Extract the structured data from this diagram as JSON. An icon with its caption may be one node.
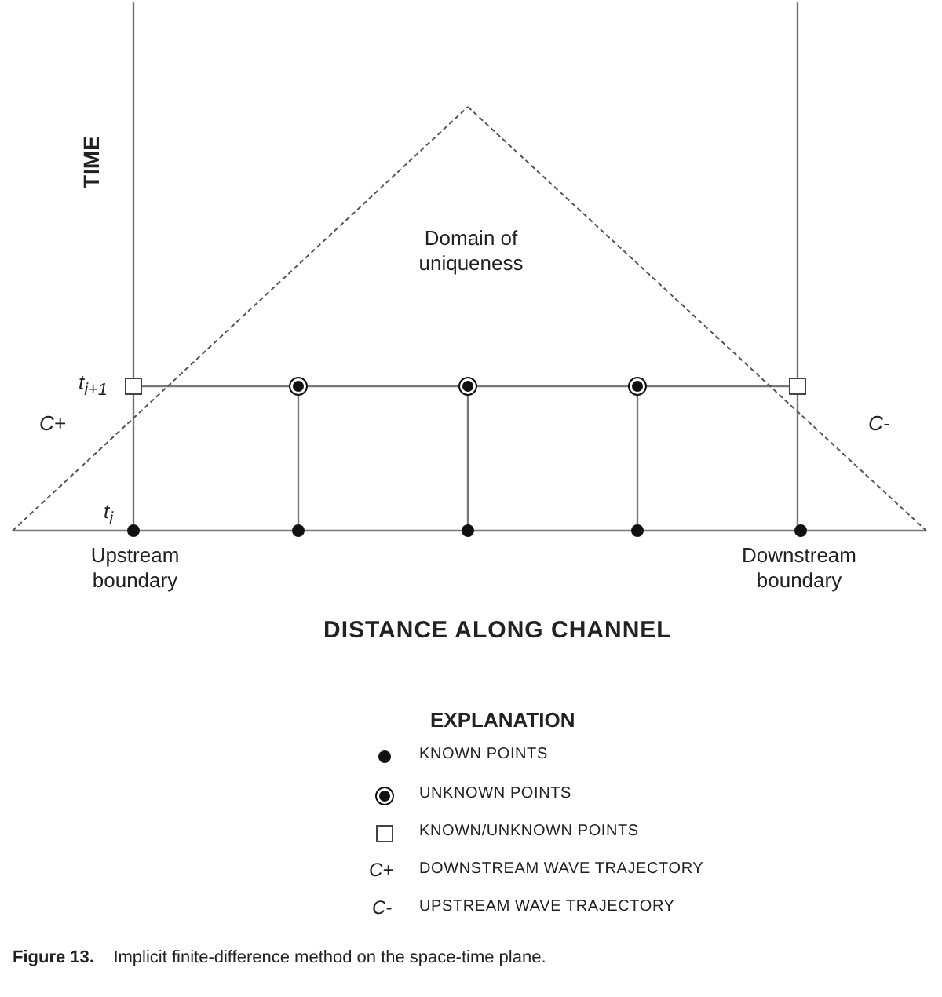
{
  "diagram": {
    "caption": "**Figure 13.**    Implicit finite-difference method on the space-time plane.",
    "labels": [
      "TIME",
      "Domain of uniqueness",
      "t$_{i+1}$",
      "C+",
      "C-",
      "t$_{i}$",
      "Upstream boundary",
      "Downstream boundary",
      "DISTANCE ALONG CHANNEL",
      "EXPLANATION",
      "C+",
      "C-"
    ],
    "legend": [
      {
        "text": "KNOWN POINTS"
      },
      {
        "text": "UNKNOWN POINTS"
      },
      {
        "text": "KNOWN/UNKNOWN POINTS"
      },
      {
        "text": "DOWNSTREAM WAVE TRAJECTORY"
      },
      {
        "text": "UPSTREAM WAVE TRAJECTORY"
      }
    ]
  }
}
